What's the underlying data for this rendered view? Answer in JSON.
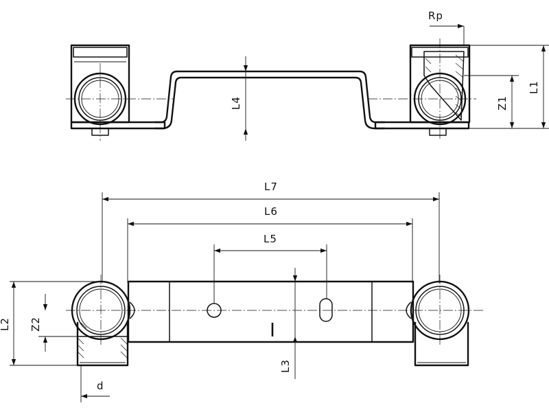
{
  "labels": {
    "rp": "Rp",
    "l1": "L1",
    "z1": "Z1",
    "l4": "L4",
    "l7": "L7",
    "l6": "L6",
    "l5": "L5",
    "l2": "L2",
    "z2": "Z2",
    "l3": "L3",
    "d": "d"
  }
}
